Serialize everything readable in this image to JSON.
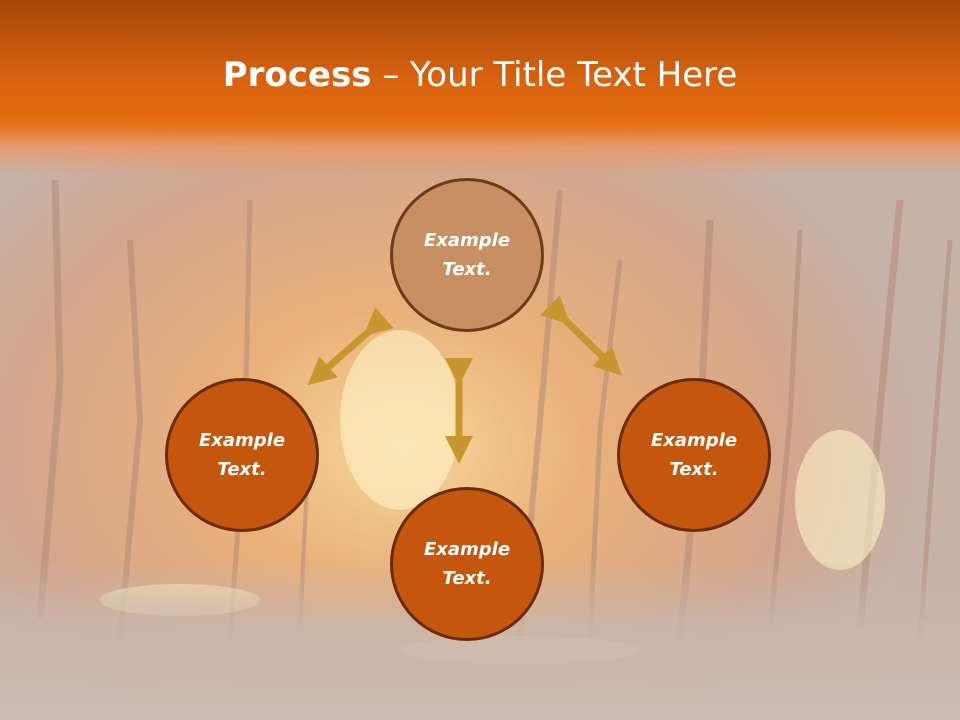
{
  "title": {
    "bold": "Process",
    "rest": " – Your Title Text Here"
  },
  "nodes": {
    "top": "Example\nText.",
    "left": "Example\nText.",
    "right": "Example\nText.",
    "bottom": "Example\nText."
  },
  "colors": {
    "title_band": "#d7620f",
    "center_fill": "#c89062",
    "outer_fill": "#c5560d",
    "arrow": "#c8962e"
  }
}
